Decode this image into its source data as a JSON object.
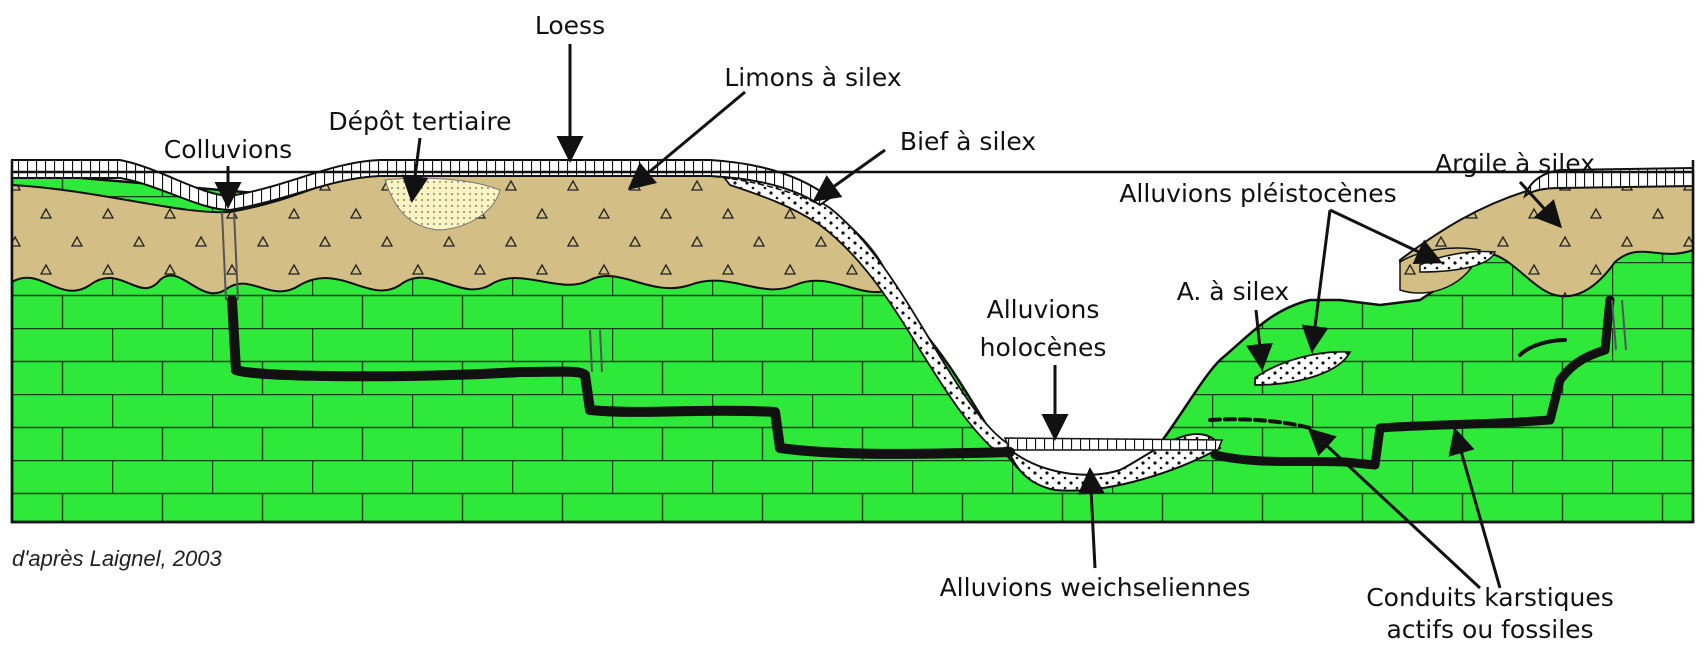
{
  "labels": {
    "loess": "Loess",
    "limons_silex": "Limons à silex",
    "depot_tertiaire": "Dépôt tertiaire",
    "colluvions": "Colluvions",
    "bief_silex": "Bief à silex",
    "alluvions_pleistocenes": "Alluvions pléistocènes",
    "argile_silex": "Argile à silex",
    "a_silex": "A. à silex",
    "alluvions_holocenes_1": "Alluvions",
    "alluvions_holocenes_2": "holocènes",
    "alluvions_weichseliennes": "Alluvions weichseliennes",
    "conduits_1": "Conduits karstiques",
    "conduits_2": "actifs ou fossiles"
  },
  "credit": "d'après Laignel, 2003",
  "colors": {
    "limestone": "#2ee83a",
    "clay_with_flint": "#d3bf86",
    "karst_conduit": "#111111",
    "tertiary_deposit": "#fbf4c4",
    "outline": "#111111"
  }
}
